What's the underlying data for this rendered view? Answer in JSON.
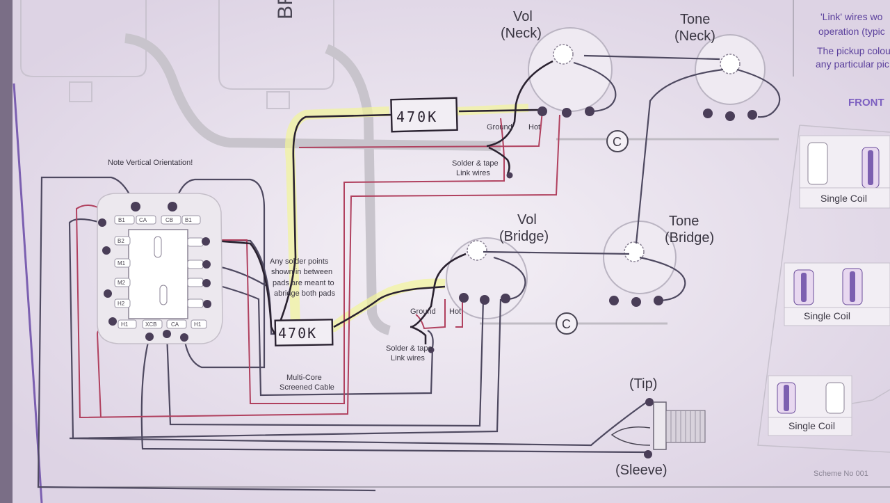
{
  "pots": {
    "vol_neck": "Vol\n(Neck)",
    "tone_neck": "Tone\n(Neck)",
    "vol_bridge": "Vol\n(Bridge)",
    "tone_bridge": "Tone\n(Bridge)"
  },
  "partial_top": "BR",
  "connection_labels": {
    "ground_top": "Ground",
    "hot_top": "Hot",
    "ground_bottom": "Ground",
    "hot_bottom": "Hot",
    "solder_top": "Solder & tape\nLink wires",
    "solder_bottom": "Solder & tape\nLink wires"
  },
  "resistors": {
    "top": "470K",
    "bottom": "470K"
  },
  "capacitor_label": "C",
  "notes": {
    "vertical": "Note Vertical Orientation!",
    "solder_points": "Any solder points\nshown in between\npads are meant to\nabridge both pads",
    "cable": "Multi-Core\nScreened Cable"
  },
  "switch_pads": [
    "B1",
    "CA",
    "CB",
    "B1",
    "B2",
    "M1",
    "M2",
    "H2",
    "H1",
    "XCB",
    "CA",
    "H1"
  ],
  "jack": {
    "tip": "(Tip)",
    "sleeve": "(Sleeve)"
  },
  "right_panel": {
    "text_line1": "'Link' wires wo",
    "text_line2": "operation (typic",
    "text_line3": "The pickup colou",
    "text_line4": "any particular pic",
    "front": "FRONT",
    "single_coil_1": "Single Coil",
    "single_coil_2": "Single Coil",
    "single_coil_3": "Single Coil"
  },
  "scheme": "Scheme No 001"
}
